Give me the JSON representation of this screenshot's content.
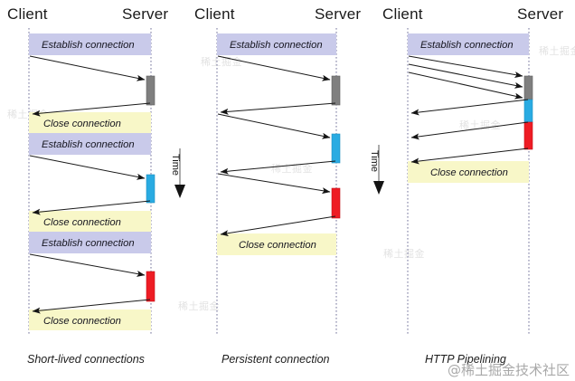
{
  "watermark": {
    "main": "@稀土掘金技术社区",
    "ghosts": [
      "稀土掘金",
      "稀土掘金",
      "稀土掘金",
      "稀土掘金",
      "稀土掘金",
      "稀土掘金",
      "稀土掘金",
      "稀土掘金"
    ]
  },
  "colors": {
    "establish_fill": "#c9caea",
    "close_fill": "#f8f7c8",
    "bar_gray": "#7f7f7f",
    "bar_blue": "#29abe2",
    "bar_red": "#ee1c24",
    "lifeline": "#4a4a6a",
    "arrow": "#1a1a1a",
    "text": "#1a1a1a",
    "background": "#ffffff"
  },
  "panels": [
    {
      "id": "short-lived",
      "caption": "Short-lived connections",
      "client_header": "Client",
      "server_header": "Server",
      "boxes": [
        {
          "label": "Establish connection",
          "type": "establish"
        },
        {
          "label": "Close connection",
          "type": "close"
        },
        {
          "label": "Establish connection",
          "type": "establish"
        },
        {
          "label": "Close connection",
          "type": "close"
        },
        {
          "label": "Establish connection",
          "type": "establish"
        },
        {
          "label": "Close connection",
          "type": "close"
        }
      ],
      "server_bars": [
        "gray",
        "blue",
        "red"
      ],
      "request_count": 3,
      "response_count": 3
    },
    {
      "id": "persistent",
      "caption": "Persistent connection",
      "client_header": "Client",
      "server_header": "Server",
      "boxes": [
        {
          "label": "Establish connection",
          "type": "establish"
        },
        {
          "label": "Close connection",
          "type": "close"
        }
      ],
      "server_bars": [
        "gray",
        "blue",
        "red"
      ],
      "request_count": 3,
      "response_count": 3
    },
    {
      "id": "pipelining",
      "caption": "HTTP Pipelining",
      "client_header": "Client",
      "server_header": "Server",
      "boxes": [
        {
          "label": "Establish connection",
          "type": "establish"
        },
        {
          "label": "Close connection",
          "type": "close"
        }
      ],
      "server_bars": [
        "gray",
        "blue",
        "red"
      ],
      "request_count": 3,
      "response_count": 3
    }
  ],
  "time_axes": [
    {
      "label": "Time",
      "direction": "down"
    },
    {
      "label": "Time",
      "direction": "down"
    }
  ]
}
